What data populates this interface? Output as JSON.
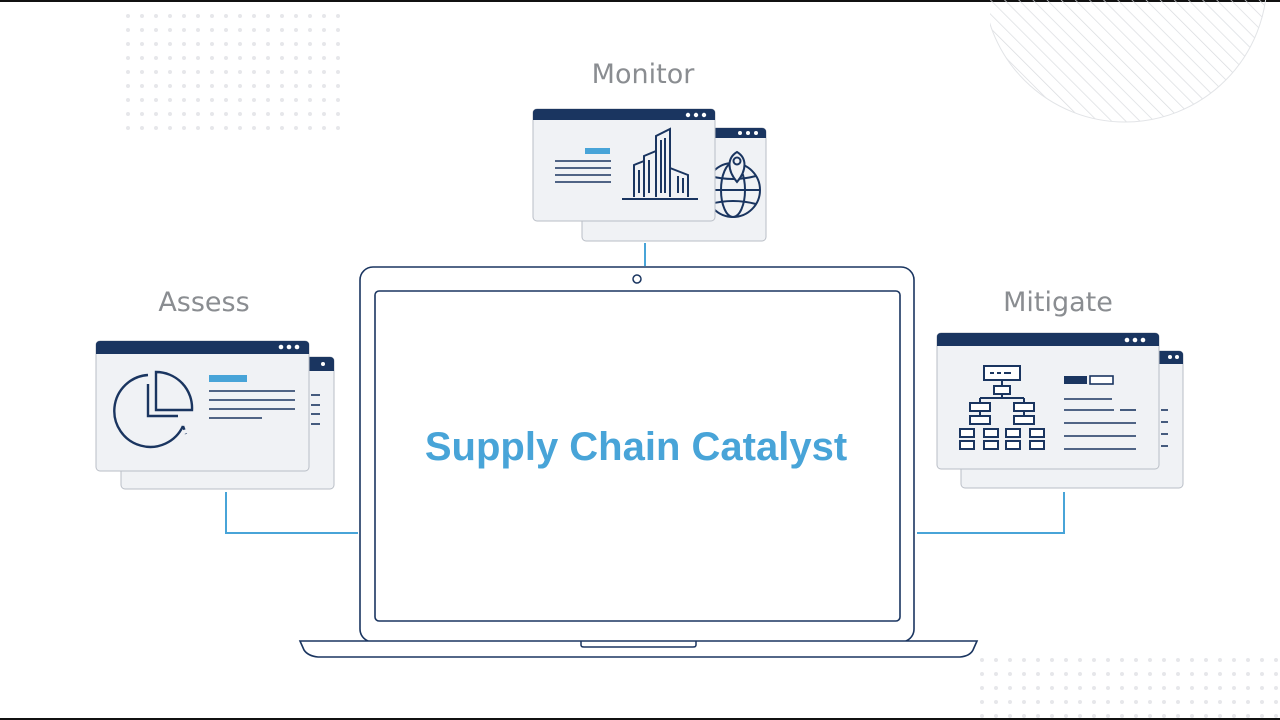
{
  "headline": "Supply Chain Catalyst",
  "stages": {
    "monitor": {
      "label": "Monitor",
      "icon": "building-icon"
    },
    "assess": {
      "label": "Assess",
      "icon": "pie-chart-icon"
    },
    "mitigate": {
      "label": "Mitigate",
      "icon": "org-chart-icon"
    }
  },
  "colors": {
    "navy": "#1a3560",
    "accent_blue": "#48a4d8",
    "label_gray": "#8a8d91",
    "panel_fill": "#f0f2f5",
    "dot_gray": "#e6e7ea"
  }
}
